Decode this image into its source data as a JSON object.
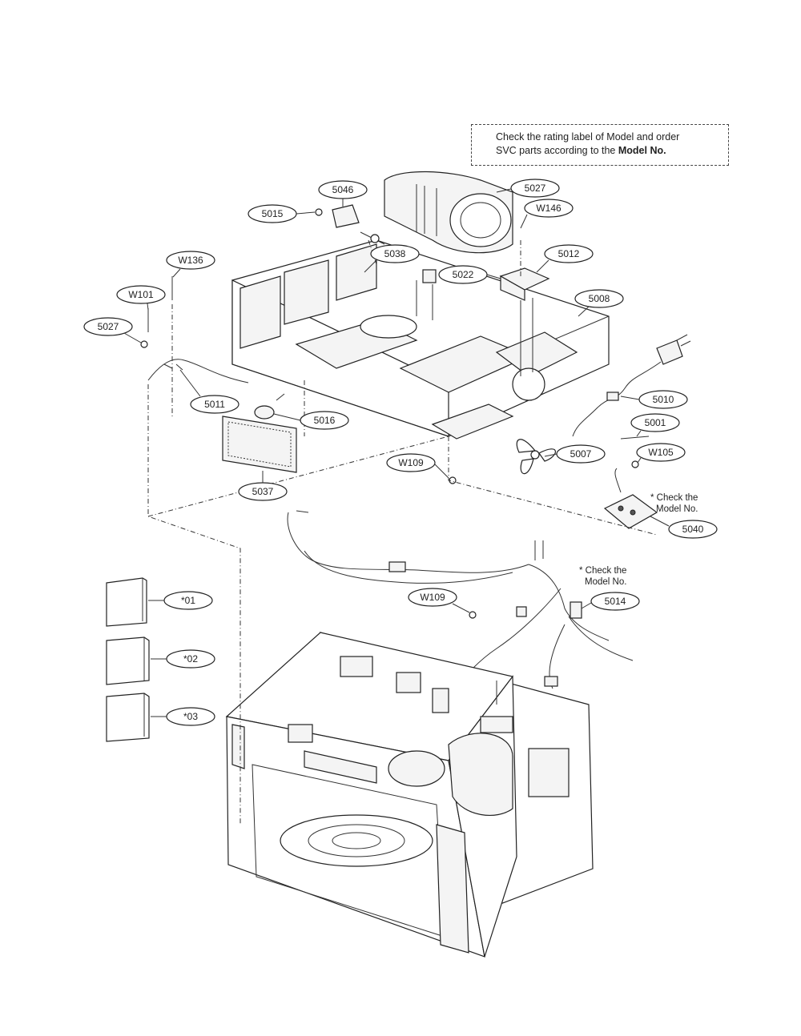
{
  "note": {
    "line1": "Check the rating label of Model and order",
    "line2_prefix": "SVC parts according to the",
    "line2_bold": "Model No."
  },
  "callouts": {
    "check_model_1_line1": "* Check the",
    "check_model_1_line2": "Model No.",
    "check_model_2_line1": "* Check the",
    "check_model_2_line2": "Model No."
  },
  "labels": {
    "l5046": "5046",
    "l5015": "5015",
    "l5027top": "5027",
    "lW146": "W146",
    "lW136": "W136",
    "l5038": "5038",
    "l5012": "5012",
    "l5022": "5022",
    "lW101": "W101",
    "l5008": "5008",
    "l5027left": "5027",
    "l5011": "5011",
    "l5010": "5010",
    "l5016": "5016",
    "l5001": "5001",
    "l5007": "5007",
    "lW105": "W105",
    "lW109a": "W109",
    "l5037": "5037",
    "l5040": "5040",
    "l501": "*01",
    "lW109b": "W109",
    "l5014": "5014",
    "l502": "*02",
    "l503": "*03"
  }
}
